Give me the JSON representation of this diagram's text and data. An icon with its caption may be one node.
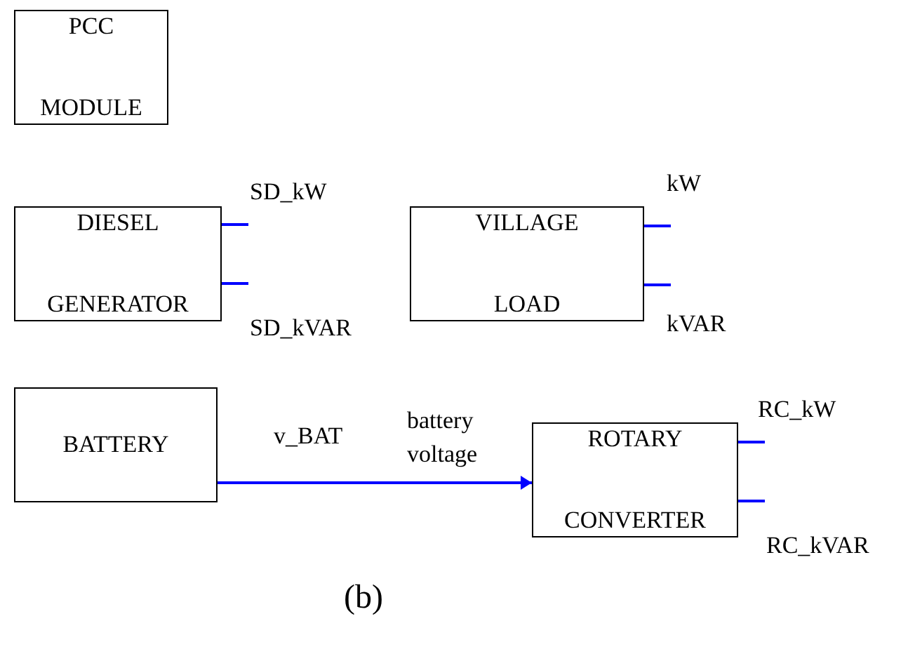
{
  "diagram": {
    "caption": "(b)",
    "nodes": [
      {
        "text": [
          "PCC",
          "MODULE"
        ]
      },
      {
        "text": [
          "DIESEL",
          "GENERATOR"
        ]
      },
      {
        "text": [
          "VILLAGE",
          "LOAD"
        ]
      },
      {
        "text": [
          "BATTERY"
        ]
      },
      {
        "text": [
          "ROTARY",
          "CONVERTER"
        ],
        "beside": [
          "battery voltage"
        ]
      }
    ],
    "edges": [
      {
        "from": 1,
        "to": null,
        "arrow": "none",
        "label": "SD_kW"
      },
      {
        "from": 1,
        "to": null,
        "arrow": "none",
        "label": "SD_kVAR"
      },
      {
        "from": 2,
        "to": null,
        "arrow": "none",
        "label": "kW"
      },
      {
        "from": 2,
        "to": null,
        "arrow": "none",
        "label": "kVAR"
      },
      {
        "from": 3,
        "to": 4,
        "arrow": "to",
        "label": "v_BAT"
      },
      {
        "from": 4,
        "to": null,
        "arrow": "none",
        "label": "RC_kW"
      },
      {
        "from": 4,
        "to": null,
        "arrow": "none",
        "label": "RC_kVAR"
      }
    ]
  }
}
